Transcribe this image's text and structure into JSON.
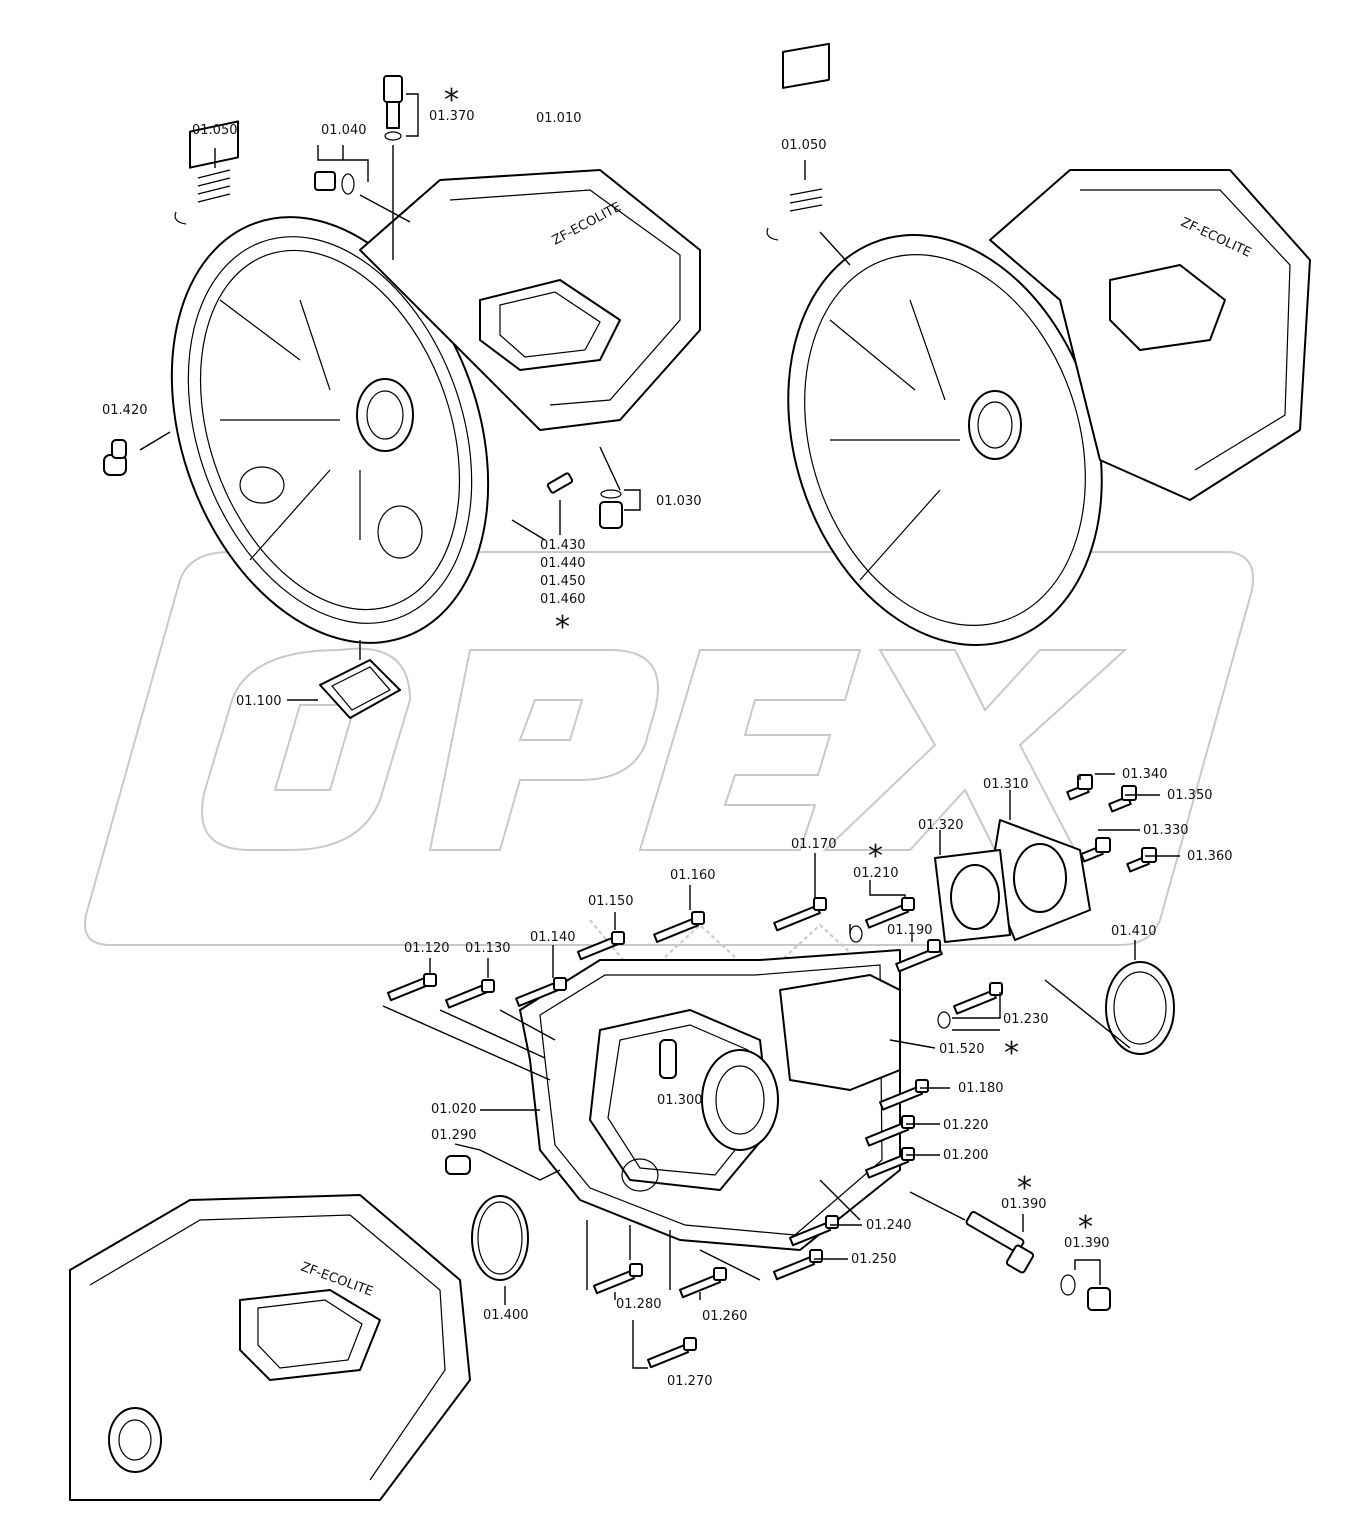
{
  "diagram": {
    "watermark": "OPEX",
    "labels": [
      {
        "id": "l-01-050-a",
        "text": "01.050"
      },
      {
        "id": "l-01-040",
        "text": "01.040"
      },
      {
        "id": "l-01-370",
        "text": "01.370"
      },
      {
        "id": "l-01-010",
        "text": "01.010"
      },
      {
        "id": "l-01-050-b",
        "text": "01.050"
      },
      {
        "id": "l-01-420",
        "text": "01.420"
      },
      {
        "id": "l-01-030",
        "text": "01.030"
      },
      {
        "id": "l-01-430",
        "text": "01.430"
      },
      {
        "id": "l-01-440",
        "text": "01.440"
      },
      {
        "id": "l-01-450",
        "text": "01.450"
      },
      {
        "id": "l-01-460",
        "text": "01.460"
      },
      {
        "id": "l-01-100",
        "text": "01.100"
      },
      {
        "id": "l-01-310",
        "text": "01.310"
      },
      {
        "id": "l-01-340",
        "text": "01.340"
      },
      {
        "id": "l-01-350",
        "text": "01.350"
      },
      {
        "id": "l-01-320",
        "text": "01.320"
      },
      {
        "id": "l-01-330",
        "text": "01.330"
      },
      {
        "id": "l-01-360",
        "text": "01.360"
      },
      {
        "id": "l-01-170",
        "text": "01.170"
      },
      {
        "id": "l-01-210",
        "text": "01.210"
      },
      {
        "id": "l-01-160",
        "text": "01.160"
      },
      {
        "id": "l-01-150",
        "text": "01.150"
      },
      {
        "id": "l-01-190",
        "text": "01.190"
      },
      {
        "id": "l-01-410",
        "text": "01.410"
      },
      {
        "id": "l-01-140",
        "text": "01.140"
      },
      {
        "id": "l-01-120",
        "text": "01.120"
      },
      {
        "id": "l-01-130",
        "text": "01.130"
      },
      {
        "id": "l-01-230",
        "text": "01.230"
      },
      {
        "id": "l-01-520",
        "text": "01.520"
      },
      {
        "id": "l-01-180",
        "text": "01.180"
      },
      {
        "id": "l-01-300",
        "text": "01.300"
      },
      {
        "id": "l-01-020",
        "text": "01.020"
      },
      {
        "id": "l-01-220",
        "text": "01.220"
      },
      {
        "id": "l-01-290",
        "text": "01.290"
      },
      {
        "id": "l-01-200",
        "text": "01.200"
      },
      {
        "id": "l-01-390-a",
        "text": "01.390"
      },
      {
        "id": "l-01-240",
        "text": "01.240"
      },
      {
        "id": "l-01-390-b",
        "text": "01.390"
      },
      {
        "id": "l-01-250",
        "text": "01.250"
      },
      {
        "id": "l-01-400",
        "text": "01.400"
      },
      {
        "id": "l-01-280",
        "text": "01.280"
      },
      {
        "id": "l-01-260",
        "text": "01.260"
      },
      {
        "id": "l-01-270",
        "text": "01.270"
      }
    ],
    "star_marker": "*",
    "housing_lettering": "ZF-ECOLITE"
  }
}
